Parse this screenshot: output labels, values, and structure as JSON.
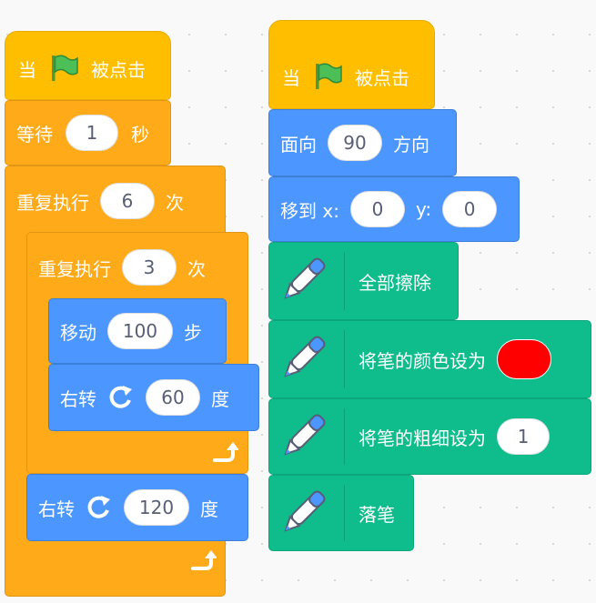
{
  "colors": {
    "events": "#ffbf00",
    "control": "#ffab19",
    "motion": "#4c97ff",
    "pen": "#0fbd8c",
    "pen_color_swatch": "#ff0000"
  },
  "icons": {
    "flag": "green-flag-icon",
    "pen": "pen-icon",
    "rotate": "rotate-right-icon",
    "loop": "loop-arrow-icon"
  },
  "script1": {
    "hat": {
      "pre": "当",
      "post": "被点击"
    },
    "wait": {
      "label": "等待",
      "value": "1",
      "unit": "秒"
    },
    "outer_repeat": {
      "label": "重复执行",
      "value": "6",
      "unit": "次"
    },
    "inner_repeat": {
      "label": "重复执行",
      "value": "3",
      "unit": "次"
    },
    "move": {
      "label": "移动",
      "value": "100",
      "unit": "步"
    },
    "turn_inner": {
      "label": "右转",
      "value": "60",
      "unit": "度"
    },
    "turn_outer": {
      "label": "右转",
      "value": "120",
      "unit": "度"
    }
  },
  "script2": {
    "hat": {
      "pre": "当",
      "post": "被点击"
    },
    "point": {
      "label": "面向",
      "value": "90",
      "unit": "方向"
    },
    "goto": {
      "label": "移到 x:",
      "x": "0",
      "ylabel": "y:",
      "y": "0"
    },
    "clear": {
      "label": "全部擦除"
    },
    "set_color": {
      "label": "将笔的颜色设为"
    },
    "set_size": {
      "label": "将笔的粗细设为",
      "value": "1"
    },
    "pen_down": {
      "label": "落笔"
    }
  }
}
